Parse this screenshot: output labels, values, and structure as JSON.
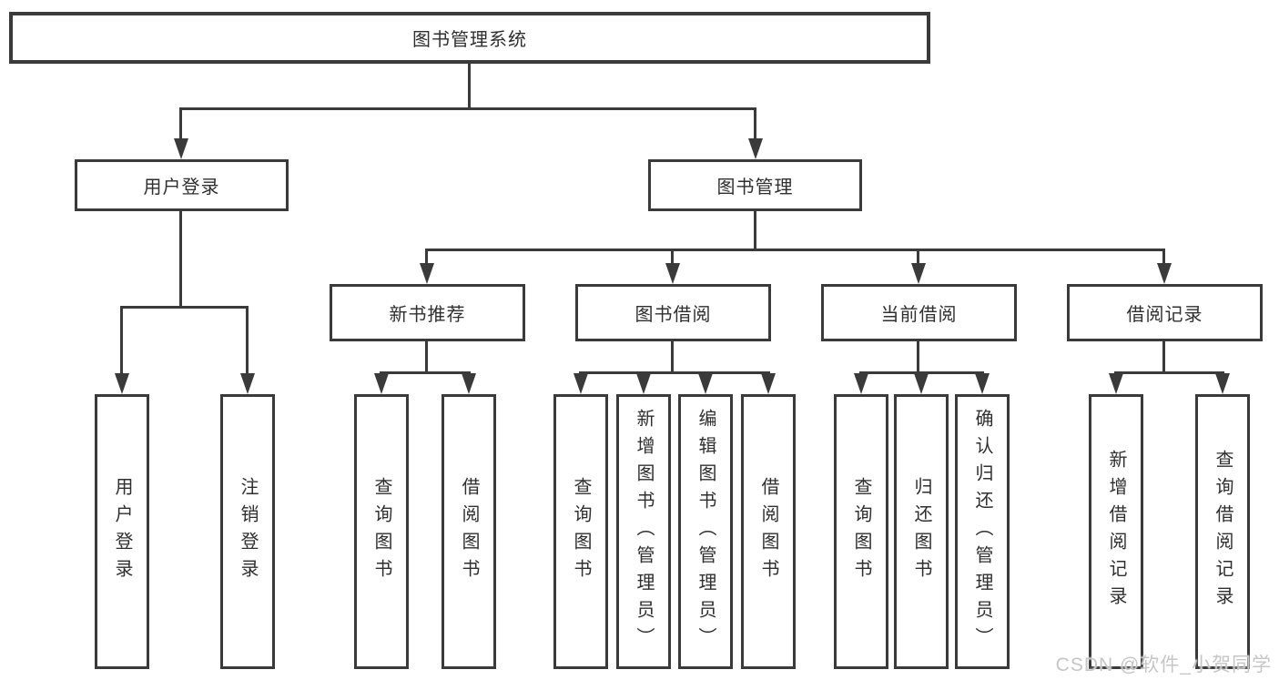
{
  "title": "图书管理系统",
  "l2": [
    "用户登录",
    "图书管理"
  ],
  "l3": [
    "新书推荐",
    "图书借阅",
    "当前借阅",
    "借阅记录"
  ],
  "l4": {
    "g1": [
      "用户登录",
      "注销登录"
    ],
    "g2": [
      "查询图书",
      "借阅图书"
    ],
    "g3": [
      "查询图书",
      "新增图书（管理员）",
      "编辑图书（管理员）",
      "借阅图书"
    ],
    "g4": [
      "查询图书",
      "归还图书",
      "确认归还（管理员）"
    ],
    "g5": [
      "新增借阅记录",
      "查询借阅记录"
    ]
  },
  "watermark": "CSDN @软件_小贺同学",
  "colors": {
    "line": "#3a3a3a",
    "ink": "#2f2f2f",
    "watermark": "#c6c6c6"
  }
}
